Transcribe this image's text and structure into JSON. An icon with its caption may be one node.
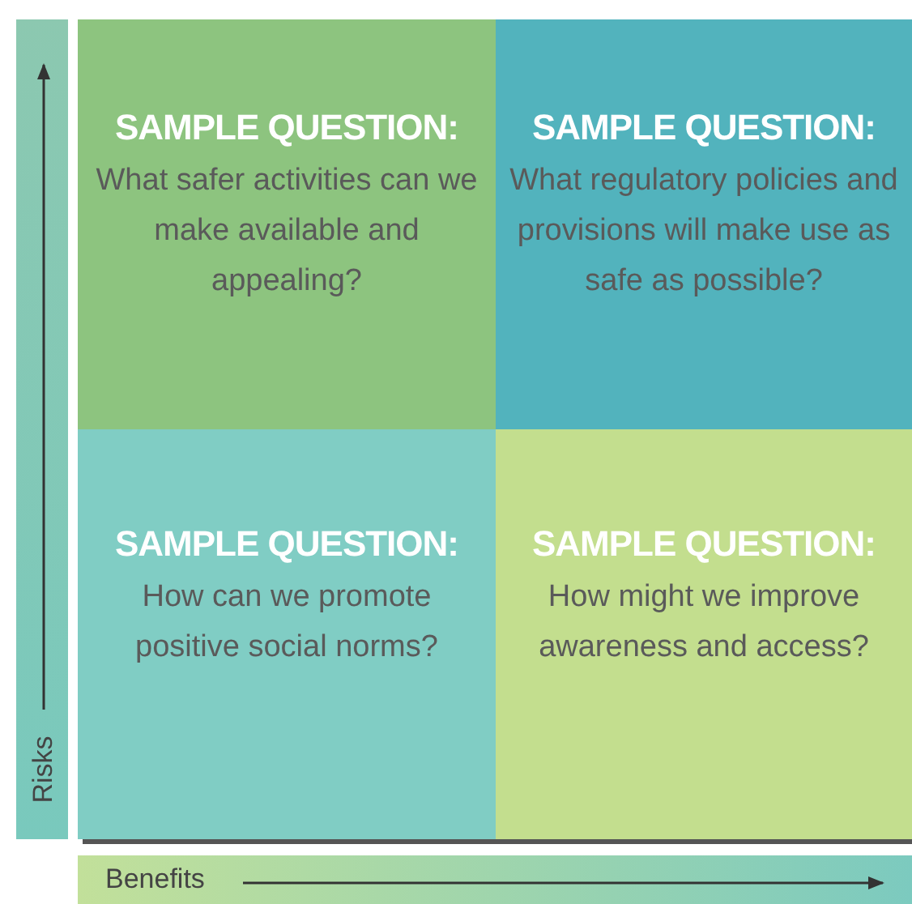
{
  "diagram": {
    "nodes": [
      {
        "text": [
          "SAMPLE QUESTION:",
          "What safer activities can we make available and appealing?"
        ]
      },
      {
        "text": [
          "SAMPLE QUESTION:",
          "What regulatory policies and provisions will make use as safe as possible?"
        ]
      },
      {
        "text": [
          "SAMPLE QUESTION:",
          "How can we promote positive social norms?"
        ]
      },
      {
        "text": [
          "SAMPLE QUESTION:",
          "How might we improve awareness and access?"
        ]
      }
    ],
    "labels": [
      "Risks",
      "Benefits"
    ]
  }
}
